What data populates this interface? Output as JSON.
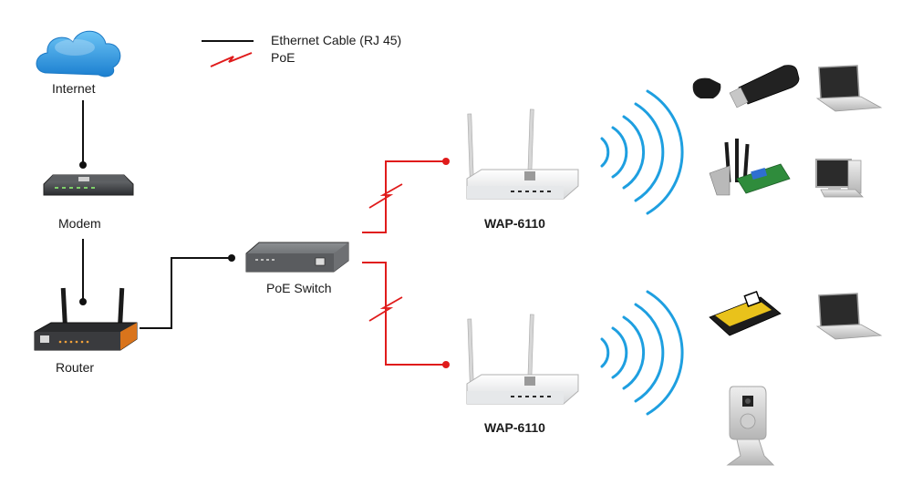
{
  "legend": {
    "ethernet_label": "Ethernet Cable (RJ 45)",
    "poe_label": "PoE"
  },
  "nodes": {
    "internet": "Internet",
    "modem": "Modem",
    "router": "Router",
    "poe_switch": "PoE Switch",
    "ap_top": "WAP-6110",
    "ap_bottom": "WAP-6110"
  },
  "colors": {
    "ethernet": "#111111",
    "poe": "#e01b1b",
    "wifi": "#1e9fe0",
    "cloud": "#2a9ee6"
  },
  "icons": {
    "internet": "cloud-icon",
    "modem": "modem-icon",
    "router": "router-icon",
    "poe_switch": "switch-icon",
    "access_point": "access-point-icon",
    "clients": [
      "usb-adapter-icon",
      "laptop-icon",
      "pci-card-icon",
      "desktop-pc-icon",
      "pc-card-adapter-icon",
      "laptop-icon",
      "ip-camera-icon"
    ]
  }
}
